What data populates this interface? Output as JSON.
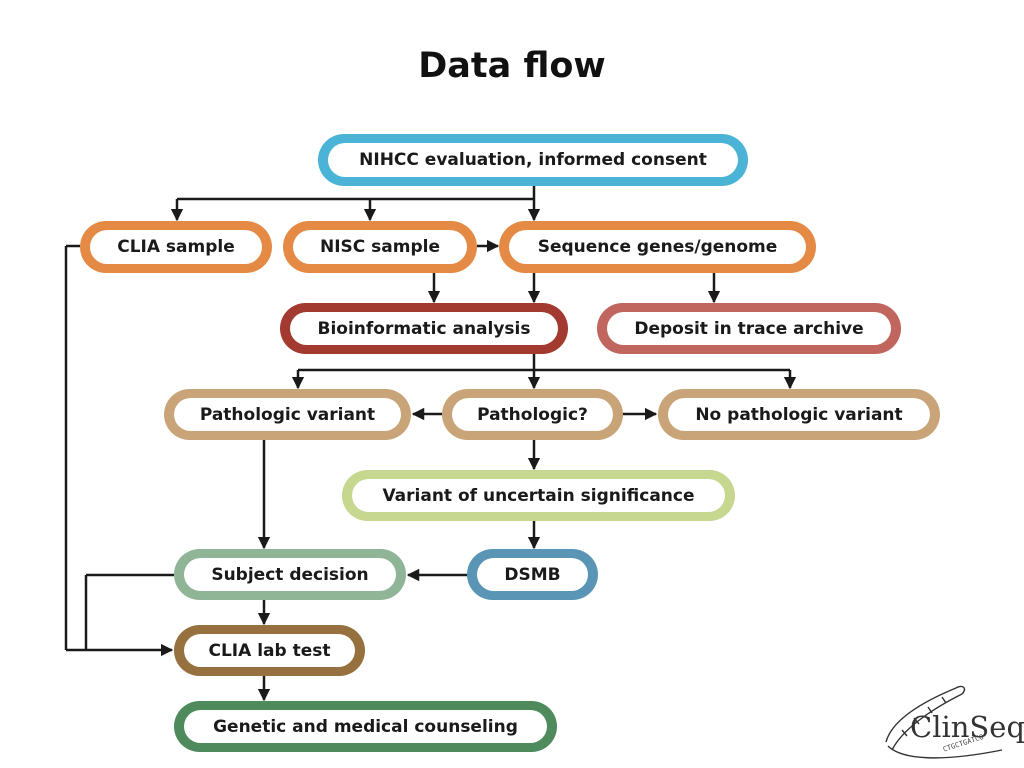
{
  "title": "Data flow",
  "nodes": {
    "consent": {
      "label": "NIHCC evaluation, informed consent",
      "color": "#4bb3d6"
    },
    "clia_sample": {
      "label": "CLIA sample",
      "color": "#e58a45"
    },
    "nisc_sample": {
      "label": "NISC sample",
      "color": "#e58a45"
    },
    "sequence": {
      "label": "Sequence genes/genome",
      "color": "#e58a45"
    },
    "bioinformatic": {
      "label": "Bioinformatic analysis",
      "color": "#a33a30"
    },
    "deposit": {
      "label": "Deposit in trace archive",
      "color": "#c0665f"
    },
    "pathologic_variant": {
      "label": "Pathologic variant",
      "color": "#c9a478"
    },
    "pathologic_q": {
      "label": "Pathologic?",
      "color": "#c9a478"
    },
    "no_pathologic": {
      "label": "No pathologic variant",
      "color": "#c9a478"
    },
    "vus": {
      "label": "Variant of uncertain significance",
      "color": "#c6d78f"
    },
    "dsmb": {
      "label": "DSMB",
      "color": "#5a95b5"
    },
    "subject_decision": {
      "label": "Subject decision",
      "color": "#8fb596"
    },
    "clia_lab": {
      "label": "CLIA lab test",
      "color": "#96703e"
    },
    "counseling": {
      "label": "Genetic and medical counseling",
      "color": "#4e8a5b"
    }
  },
  "logo": {
    "word": "ClinSeq",
    "sequence": "CTGCTGATCG"
  }
}
